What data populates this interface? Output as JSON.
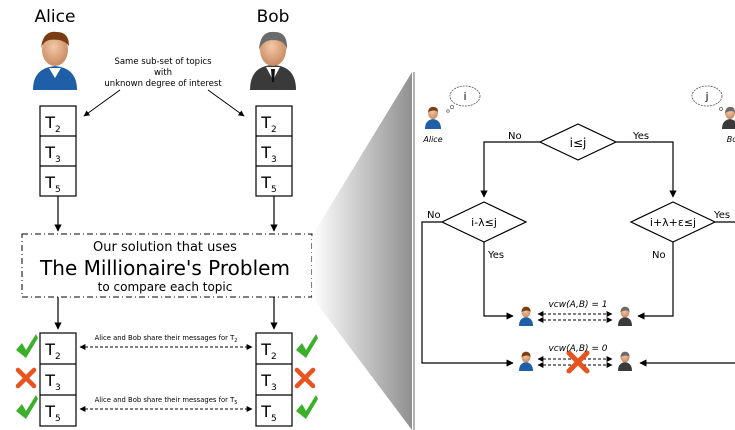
{
  "left_panel": {
    "user_a_name": "Alice",
    "user_b_name": "Bob",
    "note_line_1": "Same sub-set of topics",
    "note_line_2": "with",
    "note_line_3": "unknown degree of interest",
    "topics": [
      {
        "letter": "T",
        "sub": "2"
      },
      {
        "letter": "T",
        "sub": "3"
      },
      {
        "letter": "T",
        "sub": "5"
      }
    ],
    "solution_line_1": "Our solution that uses",
    "solution_line_2": "The Millionaire's Problem",
    "solution_line_3": "to compare each topic",
    "share_msg_1": "Alice and Bob share their messages for T",
    "share_msg_1_sub": "2",
    "share_msg_2": "Alice and Bob share their messages for T",
    "share_msg_2_sub": "5",
    "results": [
      "match",
      "no-match",
      "match"
    ]
  },
  "right_panel": {
    "alice_label": "Alice",
    "bob_label": "Bo",
    "alice_thought": "i",
    "bob_thought": "j",
    "decision_top": "i≤j",
    "decision_left": "i-λ≤j",
    "decision_right": "i+λ+ε≤j",
    "label_no_top": "No",
    "label_yes_top": "Yes",
    "label_no_left": "No",
    "label_yes_left": "Yes",
    "label_no_right": "No",
    "label_yes_right": "Yes",
    "result_match": "vcw(A,B) = 1",
    "result_nomatch": "vcw(A,B) = 0"
  },
  "colors": {
    "check": "#3cb02a",
    "cross": "#e8531e",
    "alice_shirt": "#1f5fa8",
    "bob_suit": "#3a3a3a"
  }
}
